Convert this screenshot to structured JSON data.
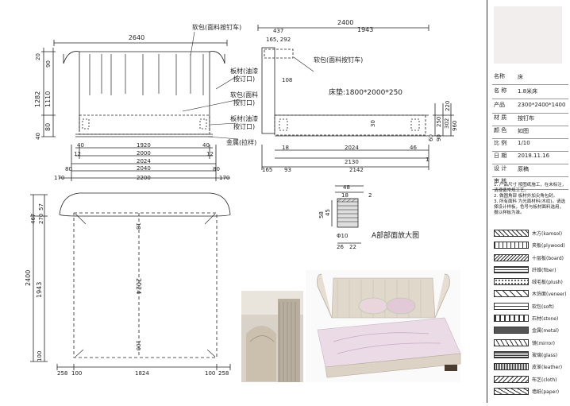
{
  "drawing": {
    "top_view_dims": {
      "left_total": "2640",
      "right_total": "2400",
      "right_sub": "1943",
      "top_left_437": "437",
      "top_left_sub": "165, 292",
      "height_total": "1282",
      "height_1110": "1110",
      "height_80": "80",
      "left_side_top": "20",
      "left_side_90": "90",
      "left_side_40": "40",
      "bottom_40": "40",
      "bottom_1920": "1920",
      "bottom_40b": "40",
      "bottom_12": "12",
      "bottom_2000": "2000",
      "bottom_12b": "12",
      "bottom_2024": "2024",
      "bottom_80": "80",
      "bottom_2040": "2040",
      "bottom_80b": "80",
      "bottom_170": "170",
      "bottom_2200": "2200",
      "bottom_170b": "170",
      "side_18": "18",
      "side_2024": "2024",
      "side_46": "46",
      "side_2130": "2130",
      "side_165": "165",
      "side_93": "93",
      "side_2142": "2142",
      "side_220": "220",
      "side_250": "250",
      "side_302": "302",
      "side_960": "960",
      "side_90": "90",
      "side_60": "60",
      "side_30": "30",
      "side_108": "108",
      "side_1o": "1"
    },
    "annotations": {
      "soft_wrap_nail": "软包(面料按钉车)",
      "soft_wrap_nail_right": "软包(面料按钉车)",
      "board_skin_a": "板材(油漆",
      "board_skin_b": "按订口)",
      "soft_fabric_a": "软包(面料",
      "soft_fabric_b": "按钉口)",
      "board_skin2_a": "板材(油漆",
      "board_skin2_b": "按订口)",
      "metal_base": "金属(拉样)",
      "bed_size": "床垫:1800*2000*250"
    },
    "plan_dims": {
      "width_top_467": "467",
      "width_top_57": "57",
      "width_top_270": "270",
      "height_2400": "2400",
      "height_1943": "1943",
      "height_100": "100",
      "height_18": "18",
      "height_2024": "2024",
      "height_100b": "100",
      "bottom_258": "258",
      "bottom_100": "100",
      "bottom_1824": "1824",
      "bottom_100b": "100",
      "bottom_258b": "258"
    },
    "detail": {
      "title": "A部部面放大图",
      "dim_48": "48",
      "dim_18": "18",
      "dim_2": "2",
      "dim_58": "58",
      "dim_45": "45",
      "dim_phi10": "Φ10",
      "dim_26": "26",
      "dim_22": "22"
    }
  },
  "title_block": {
    "rows": [
      {
        "k": "名称",
        "v": "床"
      },
      {
        "k": "名 称",
        "v": "1.8米床"
      },
      {
        "k": "产品",
        "v": "2300*2400*1400"
      },
      {
        "k": "材 质",
        "v": "按钉布"
      },
      {
        "k": "颜 色",
        "v": "如图"
      },
      {
        "k": "比 例",
        "v": "1/10"
      },
      {
        "k": "日 期",
        "v": "2018.11.16"
      },
      {
        "k": "设 计",
        "v": "原稿"
      },
      {
        "k": "审 核",
        "v": ""
      }
    ],
    "notes": [
      "1. 产品尺寸 按图纸施工，在未标注，请遵循常规工艺。",
      "2. 做圆角部 板材外加尖角包封。",
      "3. 所有面料 为光面材料(木纹)。请选择设计样板，色号与板材面料选用，报以样板为准。"
    ],
    "legend": [
      {
        "name": "木方(kamsol)"
      },
      {
        "name": "夹板(plywood)"
      },
      {
        "name": "十层板(board)"
      },
      {
        "name": "纤维(fiber)"
      },
      {
        "name": "绒毛板(plush)"
      },
      {
        "name": "木饰面(veneer)"
      },
      {
        "name": "软包(soft)"
      },
      {
        "name": "石材(stone)"
      },
      {
        "name": "金属(metal)"
      },
      {
        "name": "镜(mirror)"
      },
      {
        "name": "玻璃(glass)"
      },
      {
        "name": "皮革(leather)"
      },
      {
        "name": "布艺(cloth)"
      },
      {
        "name": "墙纸(paper)"
      }
    ]
  }
}
